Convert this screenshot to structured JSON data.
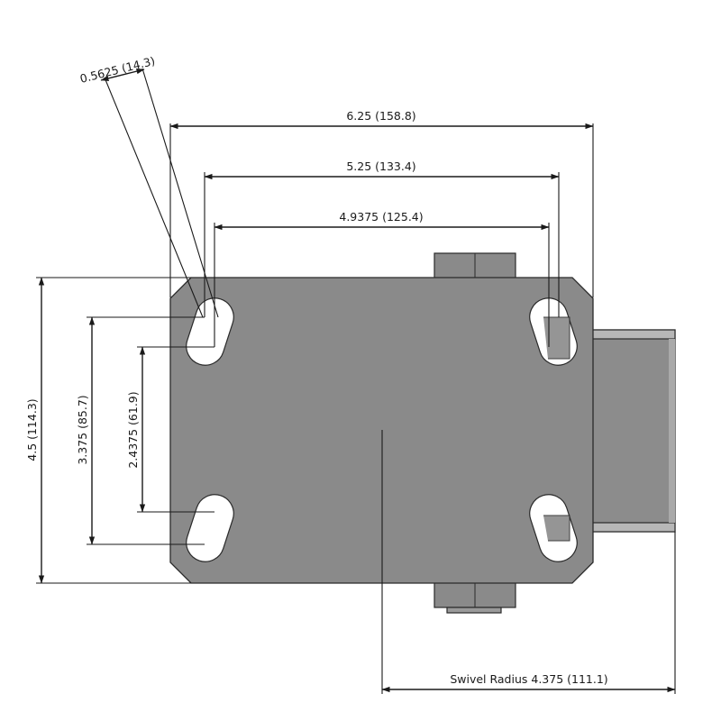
{
  "dimensions": {
    "hole_diameter": "0.5625 (14.3)",
    "overall_width": "6.25 (158.8)",
    "bolt_width_outer": "5.25 (133.4)",
    "bolt_width_inner": "4.9375 (125.4)",
    "overall_length": "4.5 (114.3)",
    "bolt_length_outer": "3.375 (85.7)",
    "bolt_length_inner": "2.4375 (61.9)",
    "swivel_radius": "Swivel Radius 4.375 (111.1)"
  },
  "colors": {
    "plate": "#8a8a8a",
    "line": "#1a1a1a",
    "background": "#ffffff"
  }
}
